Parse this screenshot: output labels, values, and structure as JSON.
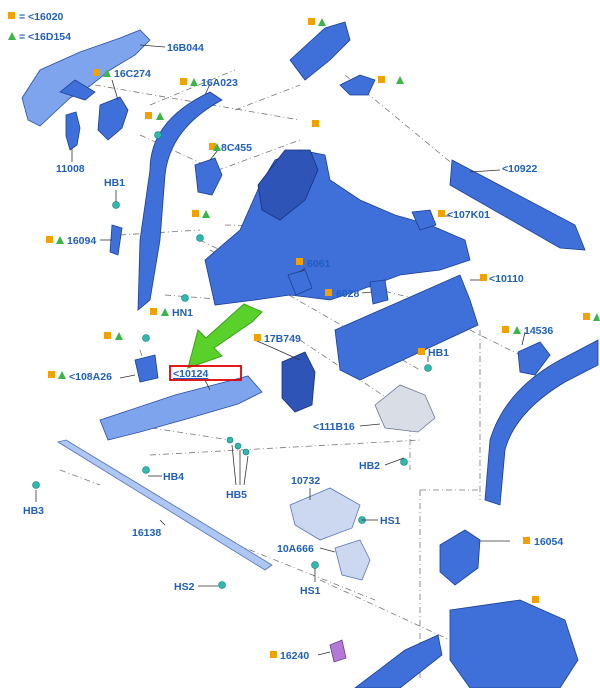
{
  "legend": {
    "square_code": "= <16020",
    "triangle_code": "= <16D154",
    "square_color": "#f2a100",
    "triangle_color": "#39b54a"
  },
  "callouts": {
    "c_16b044": "16B044",
    "c_16c274": "16C274",
    "c_16a023": "16A023",
    "c_11008": "11008",
    "c_8c455": "8C455",
    "c_hb1_top": "HB1",
    "c_10922": "<10922",
    "c_107k01": "<107K01",
    "c_16094": "16094",
    "c_6061": "6061",
    "c_10110": "<10110",
    "c_6028": "6028",
    "c_hn1": "HN1",
    "c_14536": "14536",
    "c_17b749": "17B749",
    "c_hb1_mid": "HB1",
    "c_108a26": "<108A26",
    "c_10124": "<10124",
    "c_111b16": "<111B16",
    "c_hb2": "HB2",
    "c_hb4": "HB4",
    "c_hb5": "HB5",
    "c_hb3": "HB3",
    "c_10732": "10732",
    "c_hs1_a": "HS1",
    "c_16138": "16138",
    "c_16054": "16054",
    "c_10a666": "10A666",
    "c_hs1_b": "HS1",
    "c_hs2": "HS2",
    "c_16240": "16240"
  },
  "highlight": {
    "label": "<10124",
    "box_color": "#e00000",
    "arrow_color": "#5ad12b"
  },
  "colors": {
    "label_blue": "#1f5fbf",
    "part_blue": "#3f6fd8",
    "fastener_teal": "#2fb7b0"
  }
}
